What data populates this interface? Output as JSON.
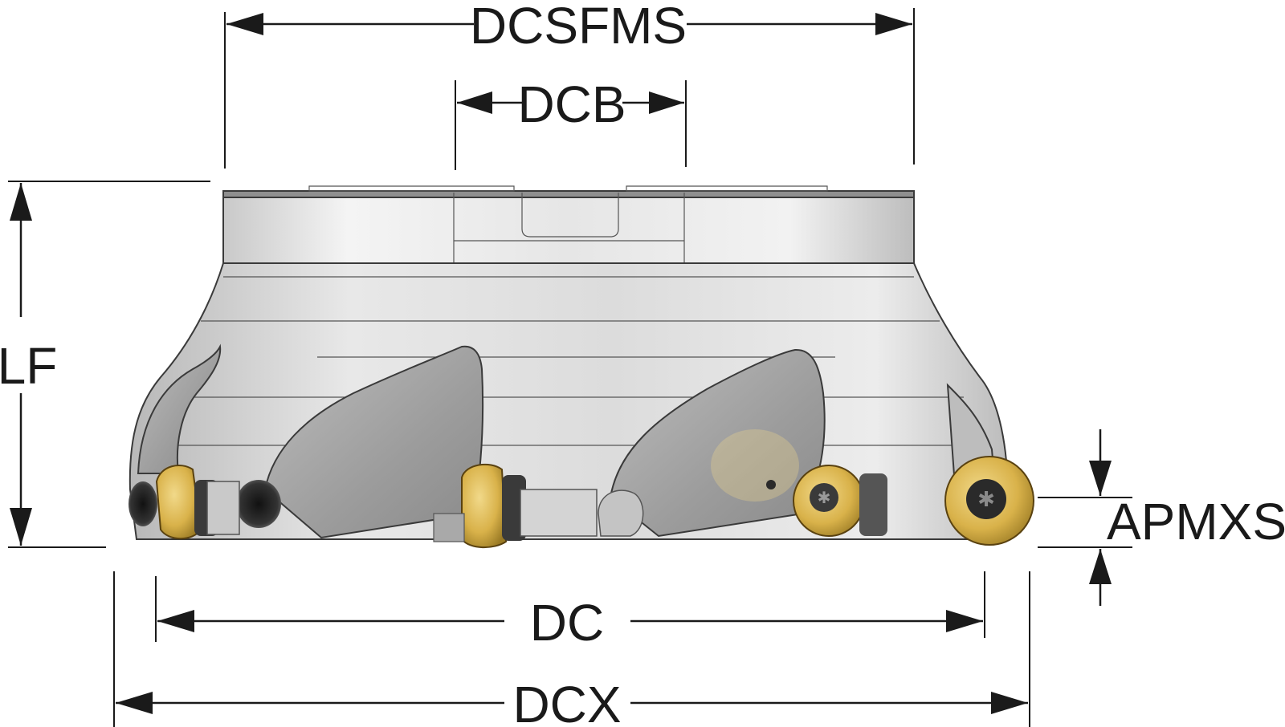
{
  "labels": {
    "dcsfms": "DCSFMS",
    "dcb": "DCB",
    "lf": "LF",
    "apmxs": "APMXS",
    "dc": "DC",
    "dcx": "DCX"
  },
  "colors": {
    "body_light": "#f0f0f0",
    "body_mid": "#d0d0d0",
    "body_dark": "#a8a8a8",
    "insert_gold": "#d9b24a",
    "insert_gold_dark": "#8a6a1c",
    "screw_dark": "#2a2a2a",
    "ink": "#1a1a1a"
  }
}
